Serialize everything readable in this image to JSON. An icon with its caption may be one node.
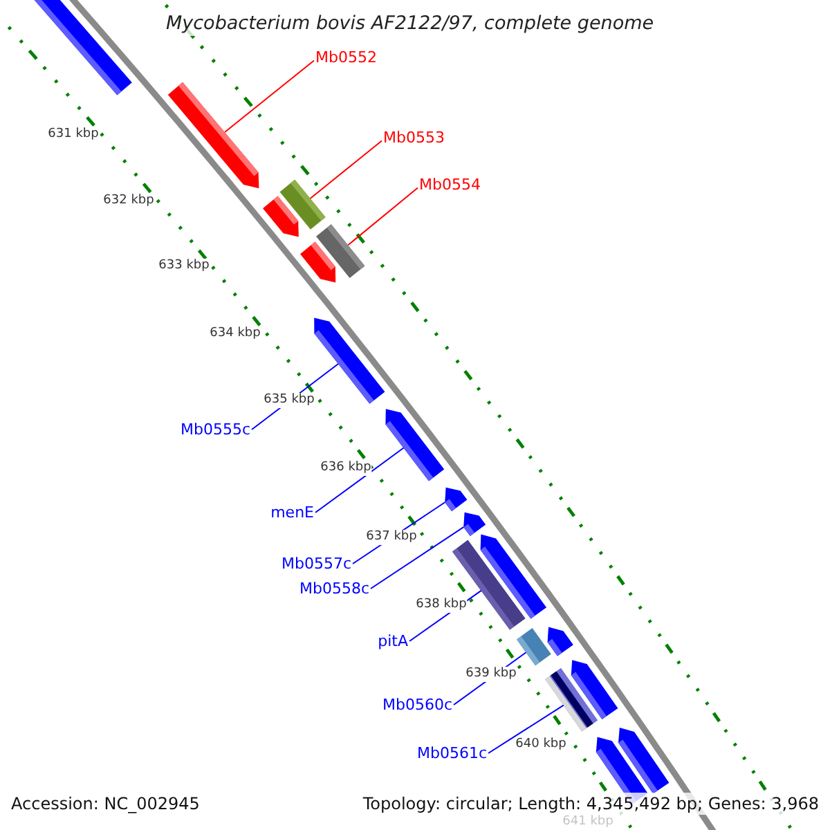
{
  "diagram": {
    "title": "Mycobacterium bovis AF2122/97, complete genome",
    "nodes": [
      {
        "text": [
          "Mb0552"
        ]
      },
      {
        "text": [
          "Mb0553"
        ]
      },
      {
        "text": [
          "Mb0554"
        ]
      },
      {
        "text": [
          "Mb0555c"
        ]
      },
      {
        "text": [
          "menE"
        ]
      },
      {
        "text": [
          "Mb0557c"
        ]
      },
      {
        "text": [
          "Mb0558c"
        ]
      },
      {
        "text": [
          "pitA"
        ]
      },
      {
        "text": [
          "Mb0560c"
        ]
      },
      {
        "text": [
          "Mb0561c"
        ]
      },
      {
        "text": [],
        "shape": "bar"
      },
      {
        "text": [],
        "shape": "bar"
      },
      {
        "text": [],
        "shape": "bar"
      },
      {
        "text": [],
        "shape": "bar"
      },
      {
        "text": [],
        "shape": "bar"
      },
      {
        "text": [],
        "shape": "bar"
      },
      {
        "text": [],
        "shape": "bar"
      },
      {
        "text": [],
        "shape": "bar"
      },
      {
        "text": [],
        "shape": "bar"
      },
      {
        "text": [],
        "shape": "bar"
      },
      {
        "text": [],
        "shape": "bar"
      },
      {
        "text": [],
        "shape": "bar"
      },
      {
        "text": [],
        "shape": "bar"
      },
      {
        "text": [],
        "shape": "bar"
      },
      {
        "text": [],
        "shape": "bar"
      },
      {
        "text": [],
        "shape": "bar"
      },
      {
        "text": [],
        "shape": "bar"
      },
      {
        "text": [],
        "shape": "bar"
      }
    ],
    "edges": [
      {
        "from": 0,
        "to": 11,
        "arrow": "none",
        "color": "#ff0000"
      },
      {
        "from": 1,
        "to": 12,
        "arrow": "none",
        "color": "#ff0000"
      },
      {
        "from": 2,
        "to": 14,
        "arrow": "none",
        "color": "#ff0000"
      },
      {
        "from": 3,
        "to": 16,
        "arrow": "none"
      },
      {
        "from": 4,
        "to": 17,
        "arrow": "none"
      },
      {
        "from": 5,
        "to": 18,
        "arrow": "none"
      },
      {
        "from": 6,
        "to": 19,
        "arrow": "none"
      },
      {
        "from": 7,
        "to": 20,
        "arrow": "none"
      },
      {
        "from": 8,
        "to": 22,
        "arrow": "none"
      },
      {
        "from": 9,
        "to": 24,
        "arrow": "none"
      }
    ],
    "labels": [
      "631 kbp",
      "632 kbp",
      "633 kbp",
      "634 kbp",
      "635 kbp",
      "636 kbp",
      "637 kbp",
      "638 kbp",
      "639 kbp",
      "640 kbp",
      "641 kbp",
      "Accession: NC_002945",
      "Topology: circular; Length: 4,345,492 bp; Genes: 3,968"
    ]
  }
}
